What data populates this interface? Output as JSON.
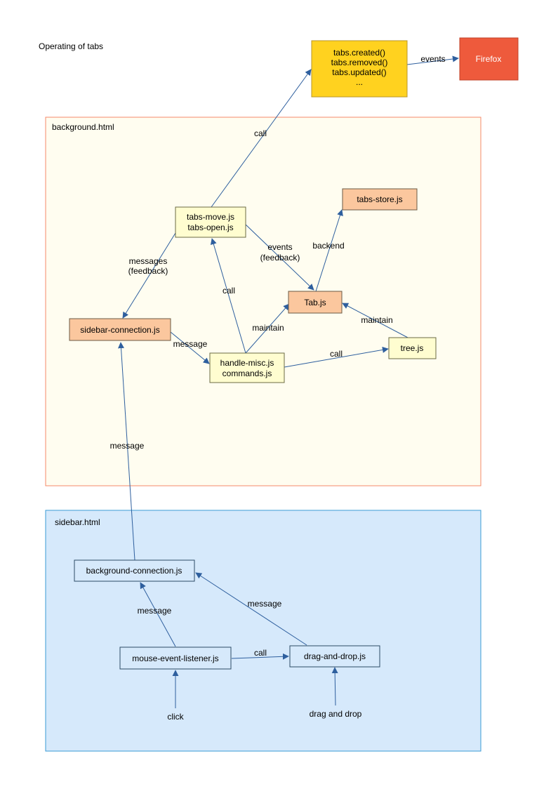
{
  "title": "Operating of tabs",
  "colors": {
    "edge": "#2e5f9e",
    "background_container_fill": "#fffdf0",
    "background_container_stroke": "#f4896a",
    "sidebar_container_fill": "#d6e9fb",
    "sidebar_container_stroke": "#3a9bd6",
    "api_fill": "#ffd21f",
    "firefox_fill": "#ee5a3c",
    "orange_node_fill": "#fbc79e",
    "yellow_node_fill": "#fffdd0",
    "blue_node_fill": "#d6e9fb"
  },
  "containers": {
    "background": {
      "label": "background.html"
    },
    "sidebar": {
      "label": "sidebar.html"
    }
  },
  "nodes": {
    "api": {
      "lines": [
        "tabs.created()",
        "tabs.removed()",
        "tabs.updated()",
        "..."
      ]
    },
    "firefox": {
      "lines": [
        "Firefox"
      ]
    },
    "tabs_store": {
      "lines": [
        "tabs-store.js"
      ]
    },
    "tabs_move": {
      "lines": [
        "tabs-move.js",
        "tabs-open.js"
      ]
    },
    "tab": {
      "lines": [
        "Tab.js"
      ]
    },
    "sidebar_connection": {
      "lines": [
        "sidebar-connection.js"
      ]
    },
    "tree": {
      "lines": [
        "tree.js"
      ]
    },
    "handle_misc": {
      "lines": [
        "handle-misc.js",
        "commands.js"
      ]
    },
    "background_connection": {
      "lines": [
        "background-connection.js"
      ]
    },
    "mouse_event_listener": {
      "lines": [
        "mouse-event-listener.js"
      ]
    },
    "drag_and_drop": {
      "lines": [
        "drag-and-drop.js"
      ]
    }
  },
  "edge_labels": {
    "api_firefox": "events",
    "move_api": "call",
    "move_sidebar_conn": [
      "messages",
      "(feedback)"
    ],
    "move_tab": [
      "events",
      "(feedback)"
    ],
    "tab_store": "backend",
    "handle_move": "call",
    "handle_tab": "maintain",
    "tree_tab": "maintain",
    "sidebar_conn_handle": "message",
    "handle_tree": "call",
    "bg_conn_sidebar_conn": "message",
    "mouse_bg_conn": "message",
    "dnd_bg_conn": "message",
    "mouse_dnd": "call"
  },
  "inputs": {
    "click": "click",
    "drag_and_drop": "drag and drop"
  }
}
